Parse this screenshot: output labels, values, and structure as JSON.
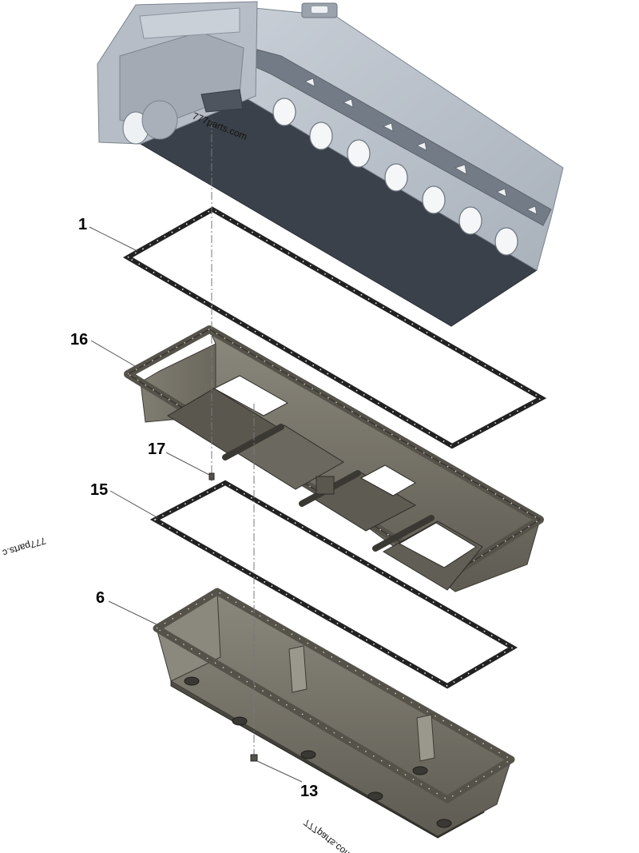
{
  "callouts": {
    "c1": "1",
    "c16": "16",
    "c17": "17",
    "c15": "15",
    "c6": "6",
    "c13": "13"
  },
  "watermarks": {
    "top": "777parts.com",
    "left": "777parts.c",
    "bottom": "777parts.com"
  },
  "colors": {
    "block_gray": "#b9c0c9",
    "block_dark": "#3a4049",
    "pan_olive": "#77746a",
    "pan_dark": "#4a4840",
    "gasket": "#2a2a2a"
  }
}
